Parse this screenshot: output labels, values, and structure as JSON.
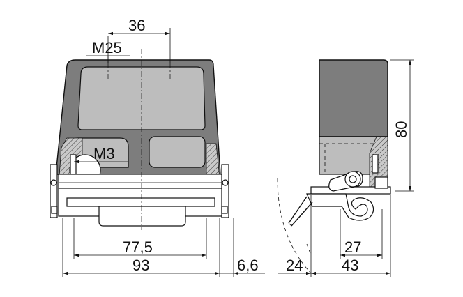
{
  "dimensions": {
    "top_width": "36",
    "thread_large": "M25",
    "thread_small": "M3",
    "inner_width": "77,5",
    "outer_width": "93",
    "lever_offset": "6,6",
    "side_lever": "24",
    "side_inner": "27",
    "side_width": "43",
    "height": "80"
  }
}
